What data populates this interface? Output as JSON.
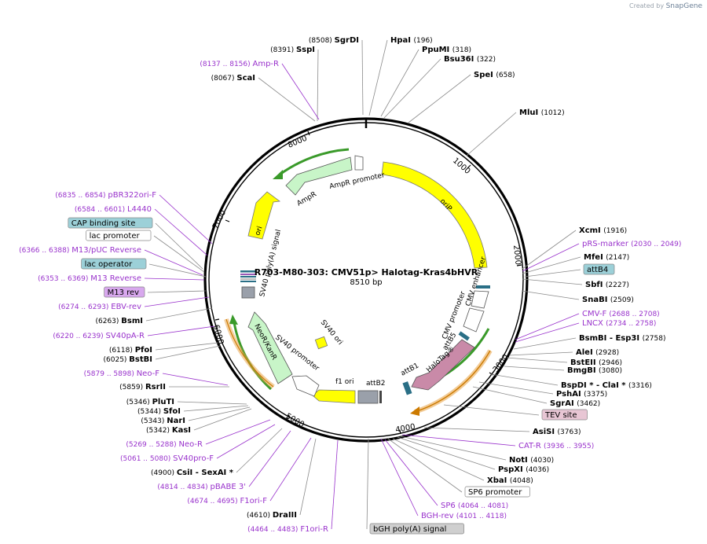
{
  "credit": {
    "prefix": "Created by",
    "brand": "SnapGene"
  },
  "plasmid": {
    "name": "R703-M80-303: CMV51p> Halotag-Kras4bHVR",
    "length_label": "8510 bp",
    "ticks": [
      "1000",
      "2000",
      "3000",
      "4000",
      "5000",
      "6000",
      "7000",
      "8000"
    ]
  },
  "labels": [
    {
      "name": "SgrDI",
      "pos": "(8508)",
      "kind": "enzyme"
    },
    {
      "name": "SspI",
      "pos": "(8391)",
      "kind": "enzyme"
    },
    {
      "name": "Amp-R",
      "pos": "(8137 .. 8156)",
      "kind": "primer"
    },
    {
      "name": "ScaI",
      "pos": "(8067)",
      "kind": "enzyme"
    },
    {
      "name": "HpaI",
      "pos": "(196)",
      "kind": "enzyme"
    },
    {
      "name": "PpuMI",
      "pos": "(318)",
      "kind": "enzyme"
    },
    {
      "name": "Bsu36I",
      "pos": "(322)",
      "kind": "enzyme"
    },
    {
      "name": "SpeI",
      "pos": "(658)",
      "kind": "enzyme"
    },
    {
      "name": "MluI",
      "pos": "(1012)",
      "kind": "enzyme"
    },
    {
      "name": "XcmI",
      "pos": "(1916)",
      "kind": "enzyme"
    },
    {
      "name": "pRS-marker",
      "pos": "(2030 .. 2049)",
      "kind": "primer"
    },
    {
      "name": "MfeI",
      "pos": "(2147)",
      "kind": "enzyme"
    },
    {
      "name": "attB4",
      "pos": "",
      "kind": "boxed-teal"
    },
    {
      "name": "SbfI",
      "pos": "(2227)",
      "kind": "enzyme"
    },
    {
      "name": "SnaBI",
      "pos": "(2509)",
      "kind": "enzyme"
    },
    {
      "name": "CMV-F",
      "pos": "(2688 .. 2708)",
      "kind": "primer"
    },
    {
      "name": "LNCX",
      "pos": "(2734 .. 2758)",
      "kind": "primer"
    },
    {
      "name": "BsmBI - Esp3I",
      "pos": "(2758)",
      "kind": "enzyme"
    },
    {
      "name": "AleI",
      "pos": "(2928)",
      "kind": "enzyme"
    },
    {
      "name": "BstEII",
      "pos": "(2946)",
      "kind": "enzyme"
    },
    {
      "name": "BmgBI",
      "pos": "(3080)",
      "kind": "enzyme"
    },
    {
      "name": "BspDI * - ClaI *",
      "pos": "(3316)",
      "kind": "enzyme"
    },
    {
      "name": "PshAI",
      "pos": "(3375)",
      "kind": "enzyme"
    },
    {
      "name": "SgrAI",
      "pos": "(3462)",
      "kind": "enzyme"
    },
    {
      "name": "TEV site",
      "pos": "",
      "kind": "boxed-pink"
    },
    {
      "name": "AsiSI",
      "pos": "(3763)",
      "kind": "enzyme"
    },
    {
      "name": "CAT-R",
      "pos": "(3936 .. 3955)",
      "kind": "primer"
    },
    {
      "name": "NotI",
      "pos": "(4030)",
      "kind": "enzyme"
    },
    {
      "name": "PspXI",
      "pos": "(4036)",
      "kind": "enzyme"
    },
    {
      "name": "XbaI",
      "pos": "(4048)",
      "kind": "enzyme"
    },
    {
      "name": "SP6 promoter",
      "pos": "",
      "kind": "boxed-white"
    },
    {
      "name": "SP6",
      "pos": "(4064 .. 4081)",
      "kind": "primer"
    },
    {
      "name": "BGH-rev",
      "pos": "(4101 .. 4118)",
      "kind": "primer"
    },
    {
      "name": "bGH poly(A) signal",
      "pos": "",
      "kind": "boxed-gray"
    },
    {
      "name": "F1ori-R",
      "pos": "(4464 .. 4483)",
      "kind": "primer"
    },
    {
      "name": "DraIII",
      "pos": "(4610)",
      "kind": "enzyme"
    },
    {
      "name": "F1ori-F",
      "pos": "(4674 .. 4695)",
      "kind": "primer"
    },
    {
      "name": "pBABE 3'",
      "pos": "(4814 .. 4834)",
      "kind": "primer"
    },
    {
      "name": "CsiI - SexAI *",
      "pos": "(4900)",
      "kind": "enzyme"
    },
    {
      "name": "SV40pro-F",
      "pos": "(5061 .. 5080)",
      "kind": "primer"
    },
    {
      "name": "Neo-R",
      "pos": "(5269 .. 5288)",
      "kind": "primer"
    },
    {
      "name": "KasI",
      "pos": "(5342)",
      "kind": "enzyme"
    },
    {
      "name": "NarI",
      "pos": "(5343)",
      "kind": "enzyme"
    },
    {
      "name": "SfoI",
      "pos": "(5344)",
      "kind": "enzyme"
    },
    {
      "name": "PluTI",
      "pos": "(5346)",
      "kind": "enzyme"
    },
    {
      "name": "RsrII",
      "pos": "(5859)",
      "kind": "enzyme"
    },
    {
      "name": "Neo-F",
      "pos": "(5879 .. 5898)",
      "kind": "primer"
    },
    {
      "name": "BstBI",
      "pos": "(6025)",
      "kind": "enzyme"
    },
    {
      "name": "PfoI",
      "pos": "(6118)",
      "kind": "enzyme"
    },
    {
      "name": "SV40pA-R",
      "pos": "(6220 .. 6239)",
      "kind": "primer"
    },
    {
      "name": "BsmI",
      "pos": "(6263)",
      "kind": "enzyme"
    },
    {
      "name": "EBV-rev",
      "pos": "(6274 .. 6293)",
      "kind": "primer"
    },
    {
      "name": "M13 rev",
      "pos": "",
      "kind": "boxed-purple"
    },
    {
      "name": "M13 Reverse",
      "pos": "(6353 .. 6369)",
      "kind": "primer"
    },
    {
      "name": "lac operator",
      "pos": "",
      "kind": "boxed-teal"
    },
    {
      "name": "M13/pUC Reverse",
      "pos": "(6366 .. 6388)",
      "kind": "primer"
    },
    {
      "name": "lac promoter",
      "pos": "",
      "kind": "boxed-white"
    },
    {
      "name": "CAP binding site",
      "pos": "",
      "kind": "boxed-teal"
    },
    {
      "name": "L4440",
      "pos": "(6584 .. 6601)",
      "kind": "primer"
    },
    {
      "name": "pBR322ori-F",
      "pos": "(6835 .. 6854)",
      "kind": "primer"
    }
  ],
  "features": [
    {
      "name": "oriP",
      "color": "#ffff00"
    },
    {
      "name": "CMV enhancer",
      "color": "#ffffff"
    },
    {
      "name": "CMV promoter",
      "color": "#ffffff"
    },
    {
      "name": "attB5",
      "color": "#2a6f86"
    },
    {
      "name": "HaloTag®",
      "color": "#c98aa8"
    },
    {
      "name": "attB1",
      "color": "#2a6f86"
    },
    {
      "name": "attB2",
      "color": "#9aa0aa"
    },
    {
      "name": "f1 ori",
      "color": "#ffff00"
    },
    {
      "name": "SV40 promoter",
      "color": "#ffffff"
    },
    {
      "name": "NeoR/KanR",
      "color": "#c8f5c8"
    },
    {
      "name": "SV40 ori",
      "color": "#ffff00"
    },
    {
      "name": "SV40 poly(A) signal",
      "color": "#9aa0aa"
    },
    {
      "name": "ori",
      "color": "#ffff00"
    },
    {
      "name": "AmpR",
      "color": "#c8f5c8"
    },
    {
      "name": "AmpR promoter",
      "color": "#ffffff"
    }
  ],
  "colors": {
    "enzyme_text": "#000000",
    "primer_text": "#9932cc",
    "leader_gray": "#8a8a8a",
    "leader_purple": "#9932cc",
    "backbone": "#000000",
    "orf_arrow_green": "#3a9a2a",
    "orf_arrow_orange": "#e8a040"
  }
}
